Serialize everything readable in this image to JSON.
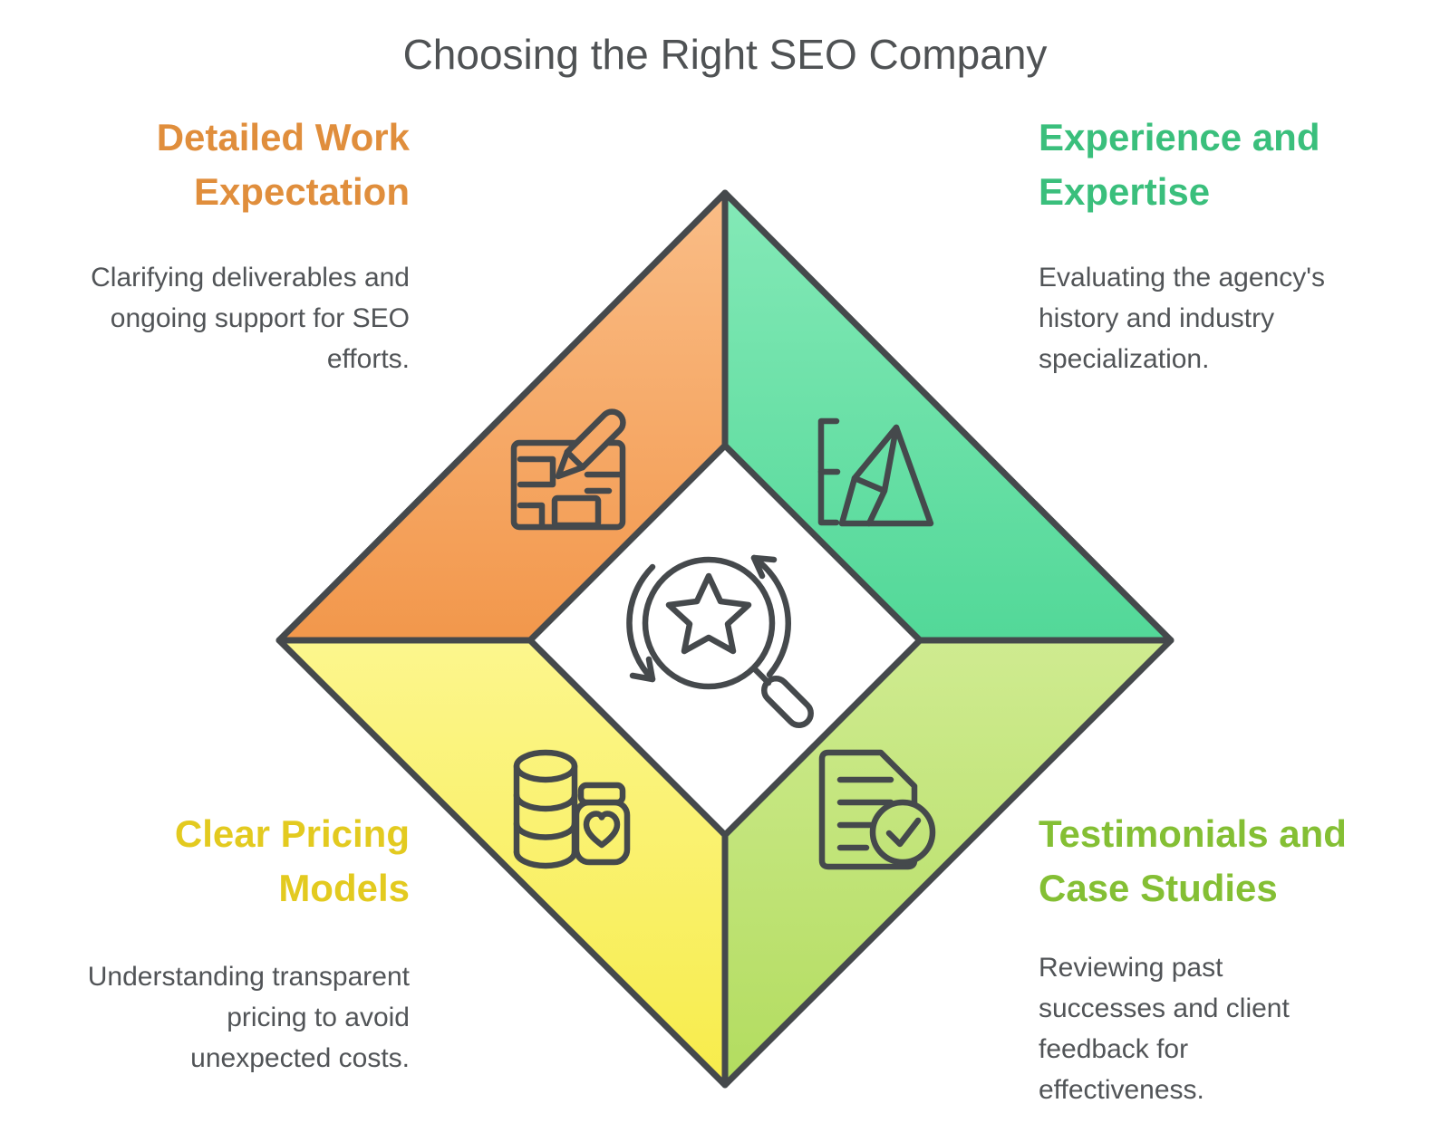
{
  "title": "Choosing the Right SEO Company",
  "style": {
    "background": "#FFFFFF",
    "outline_color": "#45494C",
    "title_color": "#4F5254",
    "text_color": "#515457"
  },
  "quadrants": {
    "top_left": {
      "heading": "Detailed Work Expectation",
      "body": "Clarifying deliverables and ongoing support for SEO efforts.",
      "heading_color": "#E08E3C",
      "fill_top": "#FABD87",
      "fill_bottom": "#F2974B",
      "icon": "document-edit-icon"
    },
    "top_right": {
      "heading": "Experience and Expertise",
      "body": "Evaluating the agency's history and industry specialization.",
      "heading_color": "#3ABF7C",
      "fill_top": "#84E9B7",
      "fill_bottom": "#52D898",
      "icon": "mountain-measure-icon"
    },
    "bottom_left": {
      "heading": "Clear Pricing Models",
      "body": "Understanding transparent pricing to avoid unexpected costs.",
      "heading_color": "#E3CA1F",
      "fill_top": "#FCF68D",
      "fill_bottom": "#F7EC4B",
      "icon": "coins-jar-icon"
    },
    "bottom_right": {
      "heading": "Testimonials and Case Studies",
      "body": "Reviewing past successes and client feedback for effectiveness.",
      "heading_color": "#84BF34",
      "fill_top": "#CFEB90",
      "fill_bottom": "#B2DC5F",
      "icon": "document-check-icon"
    }
  },
  "center": {
    "icon": "search-star-refresh-icon"
  }
}
